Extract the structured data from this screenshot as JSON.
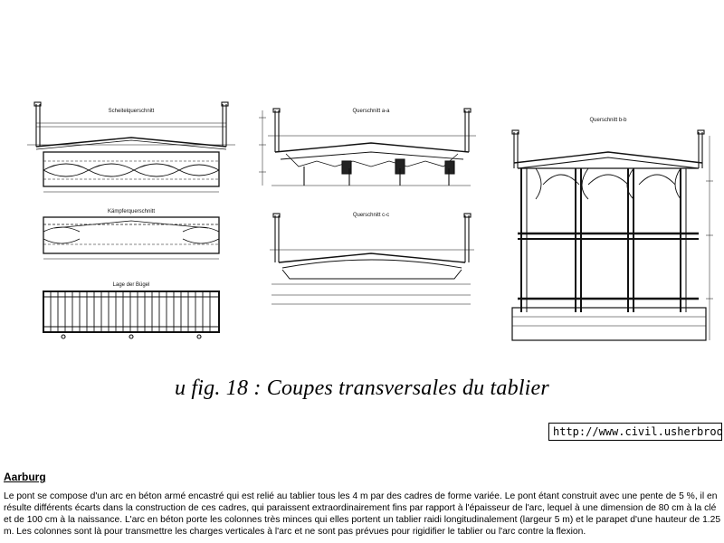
{
  "figure": {
    "drawings": {
      "top_left": {
        "label": "Scheitelquerschnitt"
      },
      "mid_left": {
        "label": "Kämpferquerschnitt"
      },
      "bottom_left": {
        "label": "Lage der Bügel"
      },
      "top_center": {
        "label": "Querschnitt a-a"
      },
      "bottom_center": {
        "label": "Querschnitt c-c"
      },
      "right": {
        "label": "Querschnitt b-b"
      }
    },
    "caption": "u fig. 18 : Coupes transversales du tablier"
  },
  "source_url": "http://www.civil.usherbrooke.ca",
  "article": {
    "heading": "Aarburg",
    "body": "Le pont se compose d'un arc en béton armé encastré qui est relié au tablier tous les 4 m par des cadres de forme variée. Le pont étant construit avec une pente de 5 %, il en résulte différents écarts dans la construction de ces cadres, qui paraissent extraordinairement fins par rapport à l'épaisseur de l'arc, lequel à une dimension de 80 cm à la clé et de 100 cm à la naissance. L'arc en béton porte les colonnes très minces qui elles portent un tablier raidi longitudinalement (largeur 5 m) et le parapet d'une hauteur de 1.25 m. Les colonnes sont là pour transmettre les charges verticales à l'arc et ne sont pas prévues pour rigidifier le tablier ou l'arc contre la flexion."
  }
}
